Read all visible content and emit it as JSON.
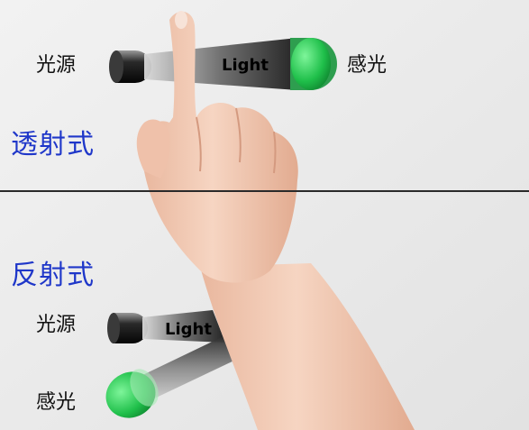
{
  "transmissive": {
    "title": "透射式",
    "source_label": "光源",
    "sensor_label": "感光",
    "beam_label": "Light"
  },
  "reflective": {
    "title": "反射式",
    "source_label": "光源",
    "sensor_label": "感光",
    "beam_label": "Light"
  },
  "colors": {
    "title_blue": "#1f37c9",
    "sensor_green": "#1fbf4a",
    "emitter_dark": "#1a1a1a",
    "divider": "#2a2a2a",
    "skin": "#f1c9b3"
  }
}
